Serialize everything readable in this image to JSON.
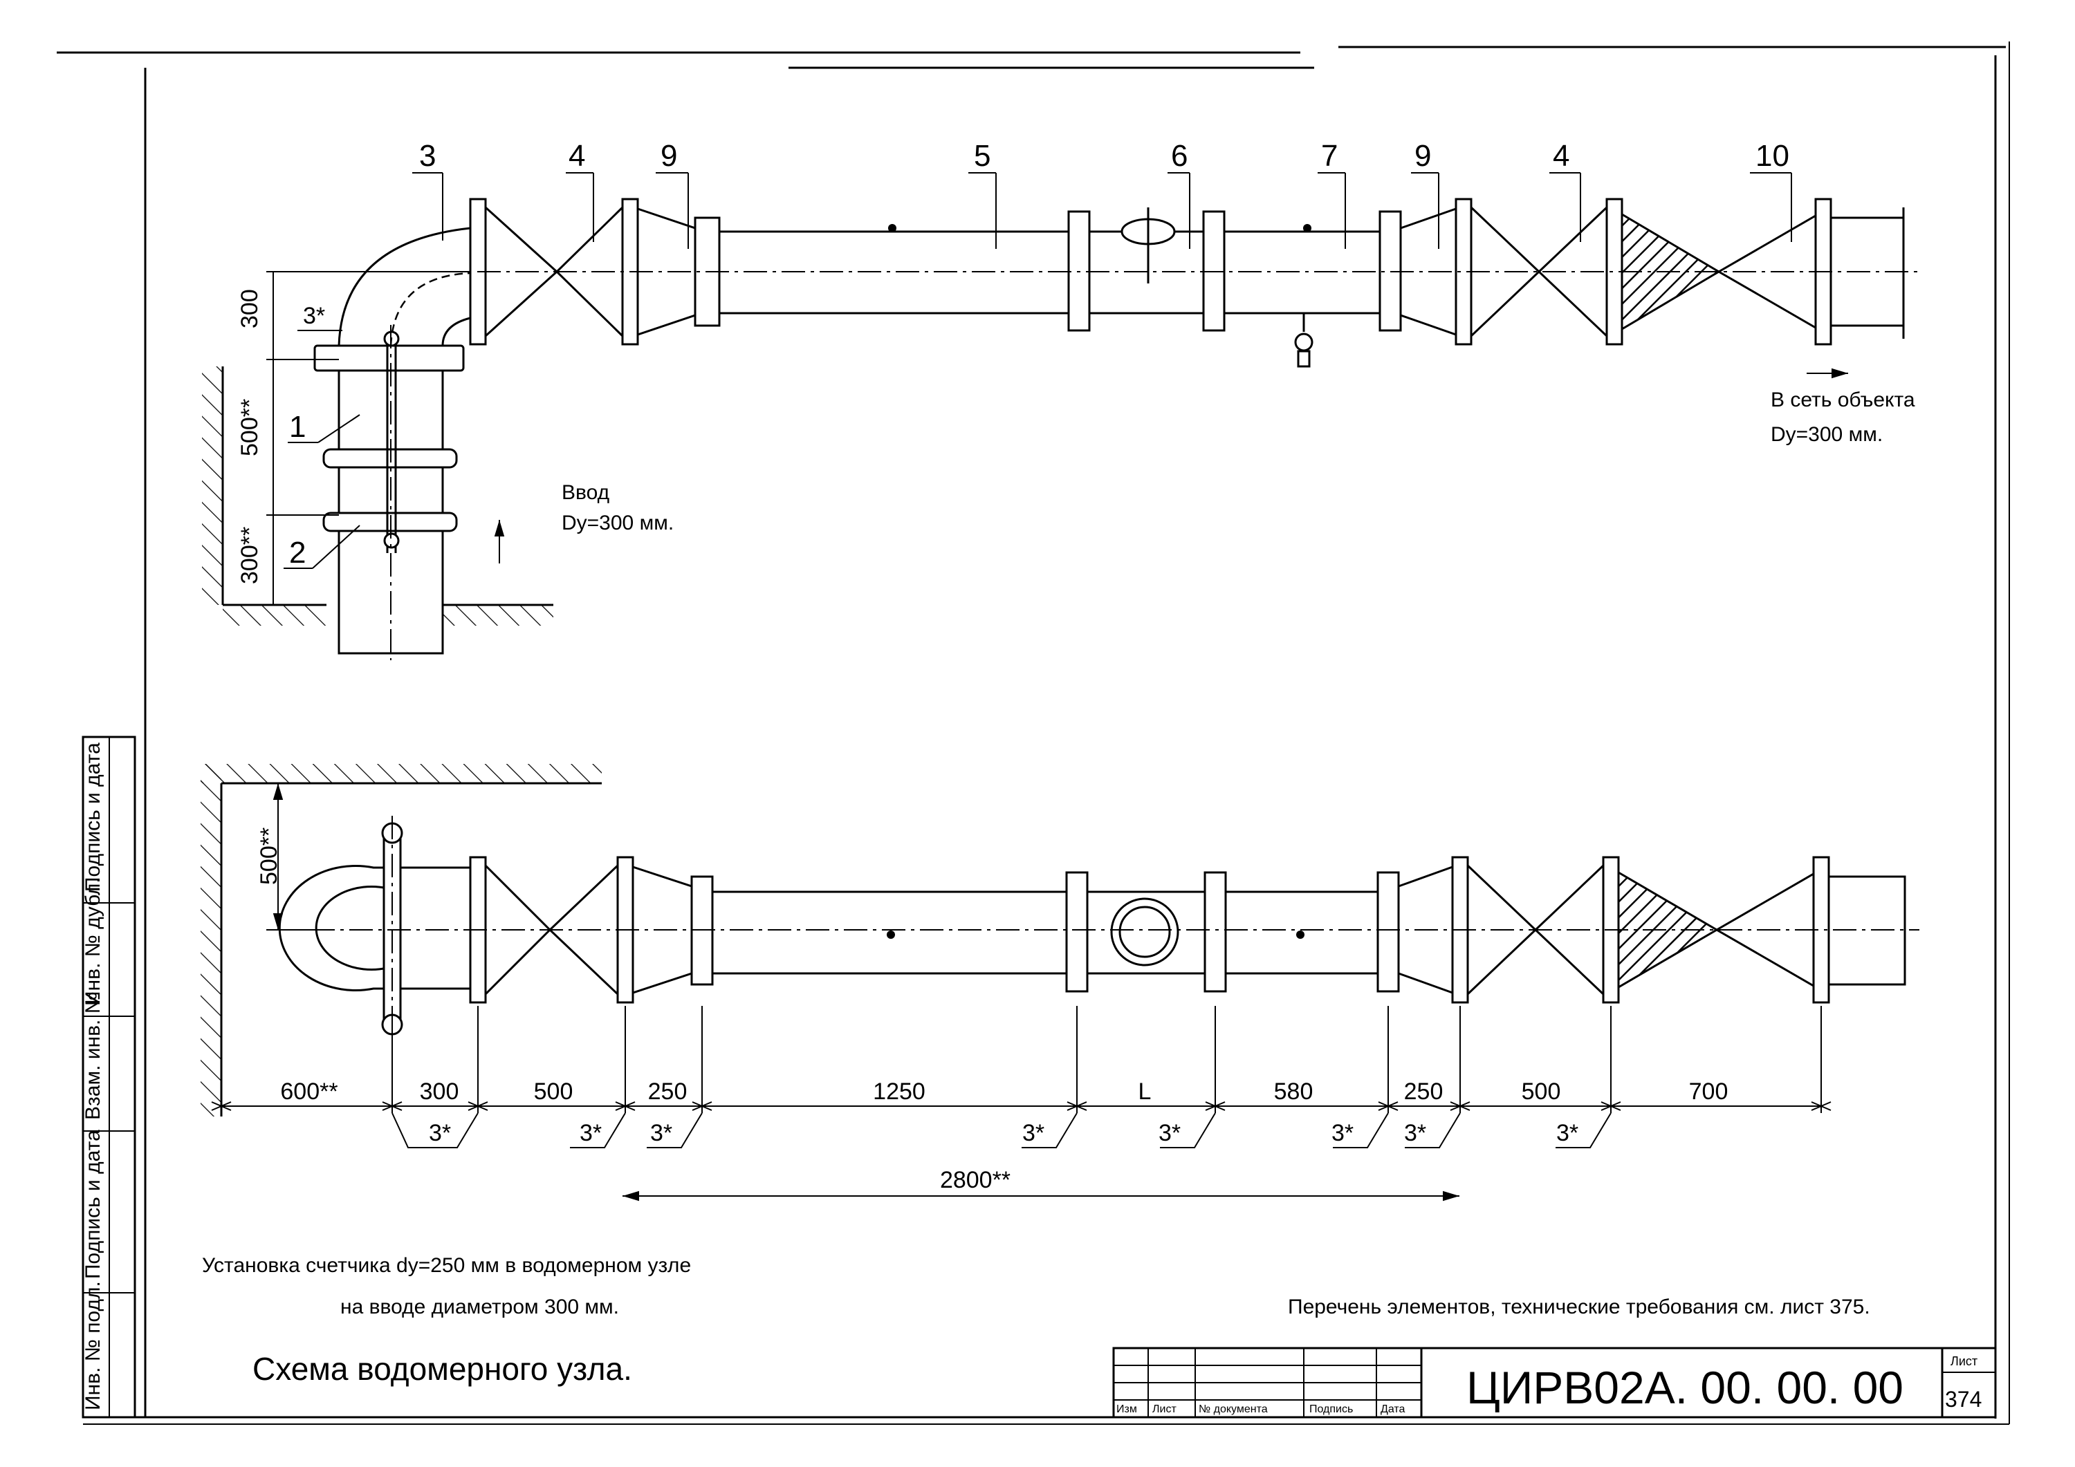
{
  "elevation": {
    "callouts": [
      "3",
      "4",
      "9",
      "5",
      "6",
      "7",
      "9",
      "4",
      "10"
    ],
    "riser_callouts": [
      "1",
      "2"
    ],
    "dim_300": "300",
    "dim_3star": "3*",
    "dim_500": "500**",
    "dim_300b": "300**",
    "inlet_line1": "Ввод",
    "inlet_line2": "Dy=300 мм.",
    "outlet_line1": "В сеть объекта",
    "outlet_line2": "Dy=300 мм."
  },
  "plan": {
    "wall_dim": "500**",
    "dims": [
      "600**",
      "300",
      "500",
      "250",
      "1250",
      "L",
      "580",
      "250",
      "500",
      "700"
    ],
    "joint_mark": "3*",
    "total_dim": "2800**"
  },
  "notes": {
    "caption_line1": "Установка счетчика dy=250 мм в водомерном узле",
    "caption_line2": "на вводе диаметром 300 мм.",
    "scheme_title": "Схема водомерного узла.",
    "reference": "Перечень элементов, технические требования см. лист 375."
  },
  "side_stamp": [
    "Инв. № подл.",
    "Подпись и дата",
    "Взам. инв. №",
    "Инв. № дубл.",
    "Подпись и дата"
  ],
  "title_block": {
    "headers": [
      "Изм",
      "Лист",
      "№ документа",
      "Подпись",
      "Дата"
    ],
    "code": "ЦИРВ02А. 00. 00. 00",
    "sheet_label": "Лист",
    "sheet_number": "374"
  }
}
